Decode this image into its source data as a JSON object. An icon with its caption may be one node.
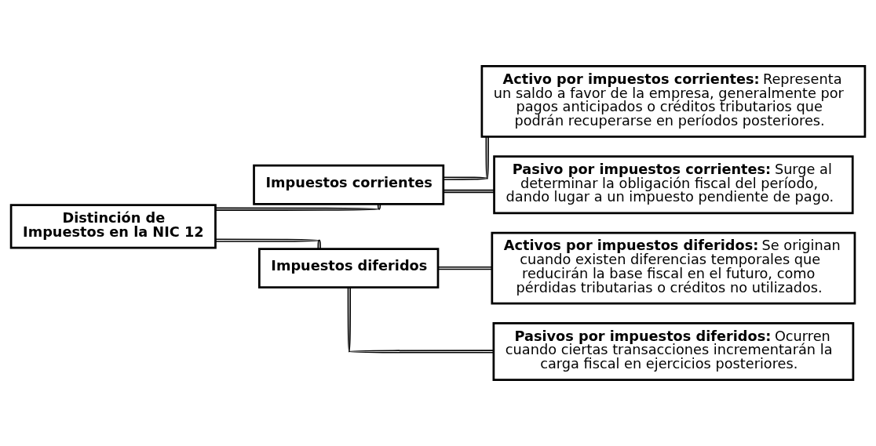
{
  "diagram": {
    "nodes": [
      {
        "text": [
          "Distinción de Impuestos en la NIC 12"
        ]
      },
      {
        "text": [
          "Impuestos corrientes"
        ]
      },
      {
        "text": [
          "Impuestos diferidos"
        ]
      },
      {
        "text": [
          "**Activo por impuestos corrientes:** Representa un saldo a favor de la empresa, generalmente por pagos anticipados o créditos tributarios que podrán recuperarse en períodos posteriores."
        ]
      },
      {
        "text": [
          "**Pasivo por impuestos corrientes:** Surge al determinar la obligación fiscal del período, dando lugar a un impuesto pendiente de pago."
        ]
      },
      {
        "text": [
          "**Activos por impuestos diferidos:** Se originan cuando existen diferencias temporales que reducirán la base fiscal en el futuro, como pérdidas tributarias o créditos no utilizados."
        ]
      },
      {
        "text": [
          "**Pasivos por impuestos diferidos:** Ocurren cuando ciertas transacciones incrementarán la carga fiscal en ejercicios posteriores."
        ]
      }
    ],
    "edges": [
      {
        "from": 0,
        "to": 1,
        "arrow": "none"
      },
      {
        "from": 0,
        "to": 2,
        "arrow": "none"
      },
      {
        "from": 1,
        "to": 3,
        "arrow": "none"
      },
      {
        "from": 1,
        "to": 4,
        "arrow": "none"
      },
      {
        "from": 2,
        "to": 5,
        "arrow": "none"
      },
      {
        "from": 2,
        "to": 6,
        "arrow": "none"
      }
    ]
  }
}
